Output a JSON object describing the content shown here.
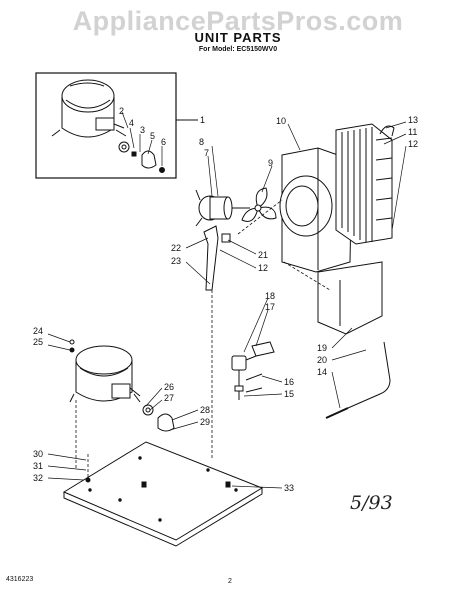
{
  "watermark": "AppliancePartsPros.com",
  "title": "UNIT PARTS",
  "subtitle": "For Model: EC5150WV0",
  "callouts": {
    "c1": "1",
    "c2": "2",
    "c3": "3",
    "c4": "4",
    "c5": "5",
    "c6": "6",
    "c7": "7",
    "c8": "8",
    "c9": "9",
    "c10": "10",
    "c11": "11",
    "c12a": "12",
    "c12b": "12",
    "c13": "13",
    "c14": "14",
    "c15": "15",
    "c16": "16",
    "c17": "17",
    "c18": "18",
    "c19": "19",
    "c20": "20",
    "c21": "21",
    "c22": "22",
    "c23": "23",
    "c24": "24",
    "c25": "25",
    "c26": "26",
    "c27": "27",
    "c28": "28",
    "c29": "29",
    "c30": "30",
    "c31": "31",
    "c32": "32",
    "c33": "33"
  },
  "date_note": "5/93",
  "doc_number": "4316223",
  "page_number": "2"
}
